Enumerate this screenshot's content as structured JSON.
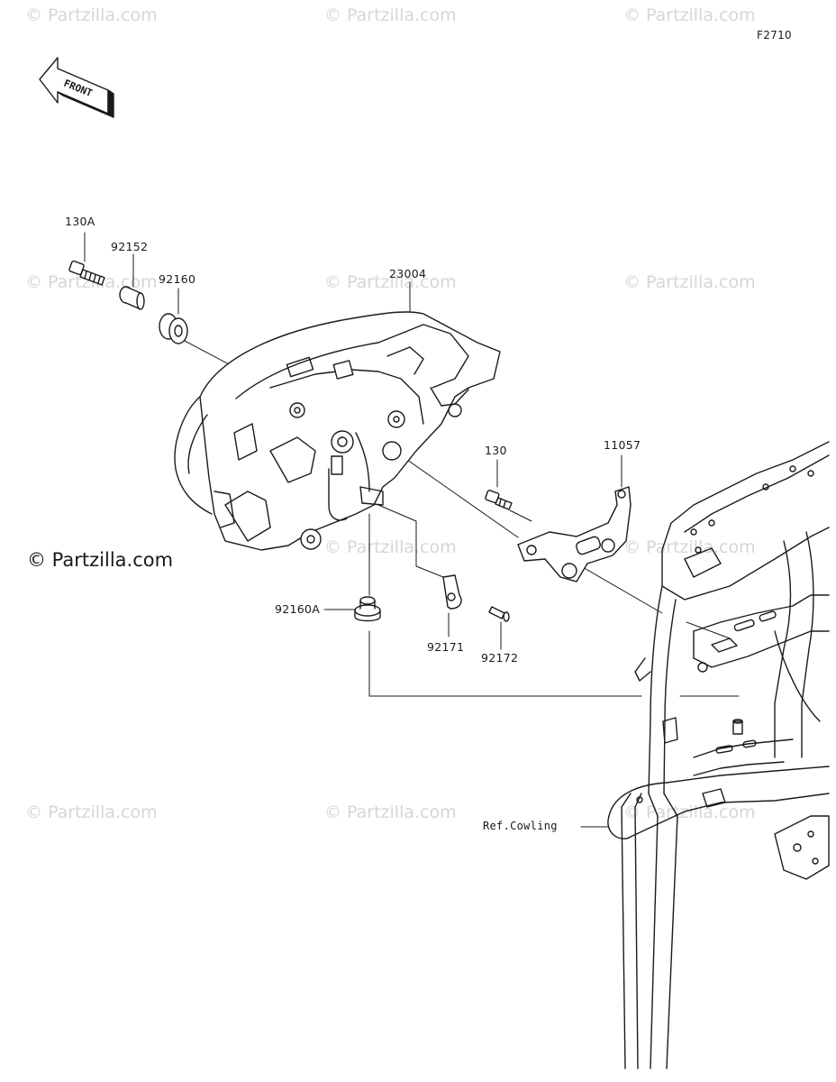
{
  "diagram_code": "F2710",
  "orientation_arrow": "FRONT",
  "watermark": "© Partzilla.com",
  "copyright": "© Partzilla.com",
  "parts": {
    "p130A": "130A",
    "p92152": "92152",
    "p92160": "92160",
    "p23004": "23004",
    "p130": "130",
    "p11057": "11057",
    "p92160A": "92160A",
    "p92171": "92171",
    "p92172": "92172",
    "ref_cowling": "Ref.Cowling"
  },
  "colors": {
    "line": "#1a1a1a",
    "watermark": "#d6d6d6",
    "background": "#ffffff"
  }
}
